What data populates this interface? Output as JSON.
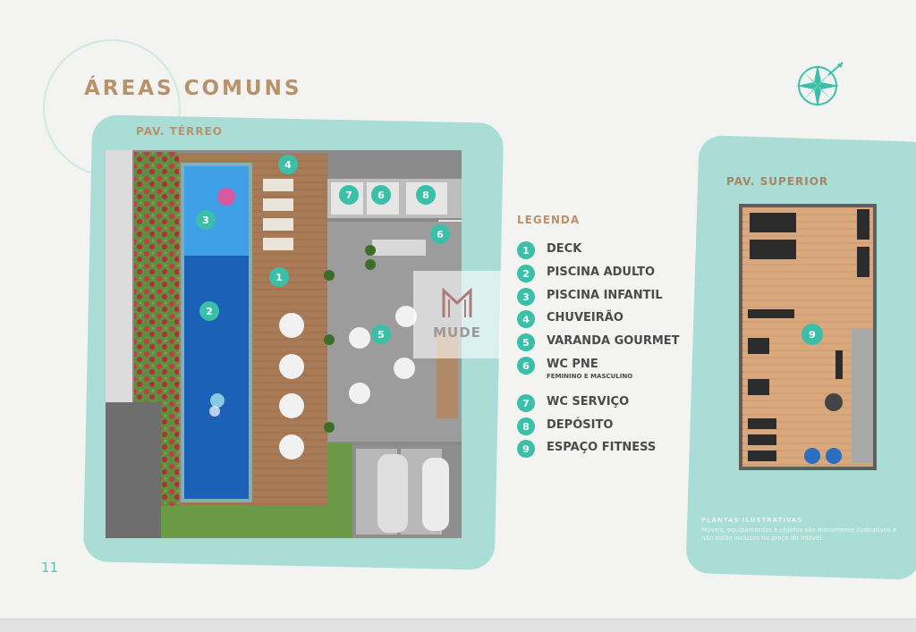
{
  "title": "ÁREAS COMUNS",
  "page_number": "11",
  "ground_floor": {
    "label": "PAV. TÉRREO",
    "markers": [
      "1",
      "2",
      "3",
      "4",
      "5",
      "6",
      "6",
      "7",
      "8"
    ]
  },
  "upper_floor": {
    "label": "PAV. SUPERIOR",
    "markers": [
      "9"
    ]
  },
  "legend": {
    "title": "LEGENDA",
    "items": [
      {
        "num": "1",
        "label": "DECK",
        "sub": ""
      },
      {
        "num": "2",
        "label": "PISCINA ADULTO",
        "sub": ""
      },
      {
        "num": "3",
        "label": "PISCINA INFANTIL",
        "sub": ""
      },
      {
        "num": "4",
        "label": "CHUVEIRÃO",
        "sub": ""
      },
      {
        "num": "5",
        "label": "VARANDA GOURMET",
        "sub": ""
      },
      {
        "num": "6",
        "label": "WC PNE",
        "sub": "FEMININO E MASCULINO"
      },
      {
        "num": "7",
        "label": "WC SERVIÇO",
        "sub": ""
      },
      {
        "num": "8",
        "label": "DEPÓSITO",
        "sub": ""
      },
      {
        "num": "9",
        "label": "ESPAÇO FITNESS",
        "sub": ""
      }
    ]
  },
  "note": {
    "title": "PLANTAS ILUSTRATIVAS",
    "text": "Móveis, equipamentos e objetos são meramente ilustrativos e não estão inclusos no preço do imóvel."
  },
  "watermark": "MUDE",
  "colors": {
    "teal": "#3ac0a8",
    "panel": "#a9ddd6",
    "gold": "#b8926a"
  }
}
